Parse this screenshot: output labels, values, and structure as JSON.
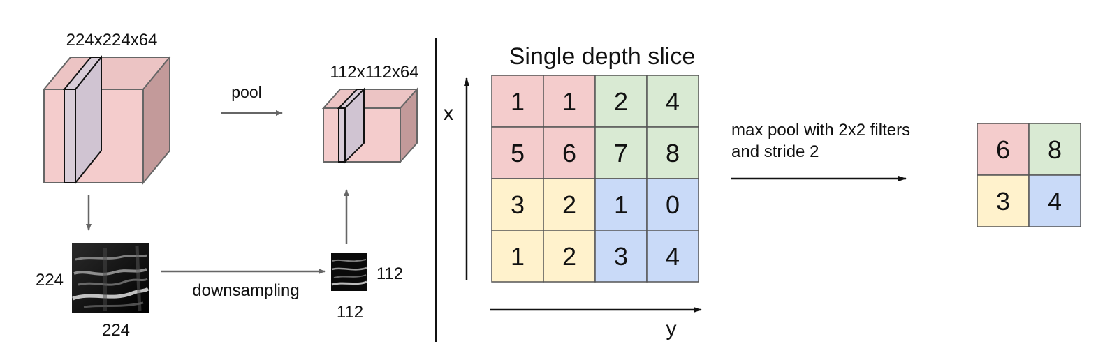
{
  "left_panel": {
    "volume_large_label": "224x224x64",
    "volume_small_label": "112x112x64",
    "pool_label": "pool",
    "downsampling_label": "downsampling",
    "image_large_height_label": "224",
    "image_large_width_label": "224",
    "image_small_height_label": "112",
    "image_small_width_label": "112"
  },
  "right_panel": {
    "title": "Single depth slice",
    "x_axis_label": "x",
    "y_axis_label": "y",
    "caption_line1": "max pool with 2x2 filters",
    "caption_line2": "and stride 2",
    "input_grid": [
      [
        "1",
        "1",
        "2",
        "4"
      ],
      [
        "5",
        "6",
        "7",
        "8"
      ],
      [
        "3",
        "2",
        "1",
        "0"
      ],
      [
        "1",
        "2",
        "3",
        "4"
      ]
    ],
    "output_grid": [
      [
        "6",
        "8"
      ],
      [
        "3",
        "4"
      ]
    ]
  },
  "colors": {
    "quadrant_top_left": "#f4cccc",
    "quadrant_top_right": "#d9ead3",
    "quadrant_bottom_left": "#fff2cc",
    "quadrant_bottom_right": "#c9daf8",
    "volume_front": "#f4cccc",
    "volume_top": "#ecc4c4",
    "volume_side": "#c39a9a",
    "slice_fill": "#d9cdd8",
    "arrow_gray": "#666666",
    "line_black": "#111111"
  }
}
